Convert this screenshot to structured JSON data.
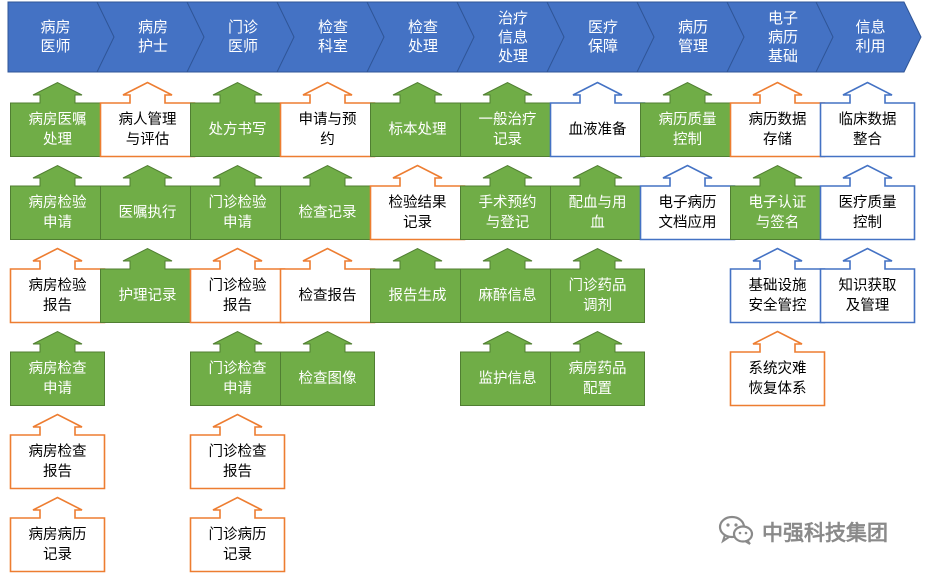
{
  "colors": {
    "chevron_fill": "#4472c4",
    "chevron_stroke": "#2f5597",
    "green_fill": "#70ad47",
    "green_stroke": "#507e32",
    "orange_stroke": "#ed7d31",
    "blue_stroke": "#4472c4",
    "white": "#ffffff"
  },
  "columns": [
    {
      "header": "病房\n医师",
      "items": [
        {
          "text": "病房医嘱\n处理",
          "style": "green"
        },
        {
          "text": "病房检验\n申请",
          "style": "green"
        },
        {
          "text": "病房检验\n报告",
          "style": "orange"
        },
        {
          "text": "病房检查\n申请",
          "style": "green"
        },
        {
          "text": "病房检查\n报告",
          "style": "orange"
        },
        {
          "text": "病房病历\n记录",
          "style": "orange"
        }
      ]
    },
    {
      "header": "病房\n护士",
      "items": [
        {
          "text": "病人管理\n与评估",
          "style": "orange"
        },
        {
          "text": "医嘱执行",
          "style": "green"
        },
        {
          "text": "护理记录",
          "style": "green"
        }
      ]
    },
    {
      "header": "门诊\n医师",
      "items": [
        {
          "text": "处方书写",
          "style": "green"
        },
        {
          "text": "门诊检验\n申请",
          "style": "green"
        },
        {
          "text": "门诊检验\n报告",
          "style": "orange"
        },
        {
          "text": "门诊检查\n申请",
          "style": "green"
        },
        {
          "text": "门诊检查\n报告",
          "style": "orange"
        },
        {
          "text": "门诊病历\n记录",
          "style": "orange"
        }
      ]
    },
    {
      "header": "检查\n科室",
      "items": [
        {
          "text": "申请与预\n约",
          "style": "orange"
        },
        {
          "text": "检查记录",
          "style": "green"
        },
        {
          "text": "检查报告",
          "style": "orange"
        },
        {
          "text": "检查图像",
          "style": "green"
        }
      ]
    },
    {
      "header": "检查\n处理",
      "items": [
        {
          "text": "标本处理",
          "style": "green"
        },
        {
          "text": "检验结果\n记录",
          "style": "orange"
        },
        {
          "text": "报告生成",
          "style": "green"
        }
      ]
    },
    {
      "header": "治疗\n信息\n处理",
      "items": [
        {
          "text": "一般治疗\n记录",
          "style": "green"
        },
        {
          "text": "手术预约\n与登记",
          "style": "green"
        },
        {
          "text": "麻醉信息",
          "style": "green"
        },
        {
          "text": "监护信息",
          "style": "green"
        }
      ]
    },
    {
      "header": "医疗\n保障",
      "items": [
        {
          "text": "血液准备",
          "style": "blue"
        },
        {
          "text": "配血与用\n血",
          "style": "green"
        },
        {
          "text": "门诊药品\n调剂",
          "style": "green"
        },
        {
          "text": "病房药品\n配置",
          "style": "green"
        }
      ]
    },
    {
      "header": "病历\n管理",
      "items": [
        {
          "text": "病历质量\n控制",
          "style": "green"
        },
        {
          "text": "电子病历\n文档应用",
          "style": "blue"
        }
      ]
    },
    {
      "header": "电子\n病历\n基础",
      "items": [
        {
          "text": "病历数据\n存储",
          "style": "orange"
        },
        {
          "text": "电子认证\n与签名",
          "style": "green"
        },
        {
          "text": "基础设施\n安全管控",
          "style": "blue"
        },
        {
          "text": "系统灾难\n恢复体系",
          "style": "orange"
        }
      ]
    },
    {
      "header": "信息\n利用",
      "items": [
        {
          "text": "临床数据\n整合",
          "style": "blue"
        },
        {
          "text": "医疗质量\n控制",
          "style": "blue"
        },
        {
          "text": "知识获取\n及管理",
          "style": "blue"
        }
      ]
    }
  ],
  "watermark": {
    "text": "中强科技集团",
    "icon": "wechat-icon"
  }
}
